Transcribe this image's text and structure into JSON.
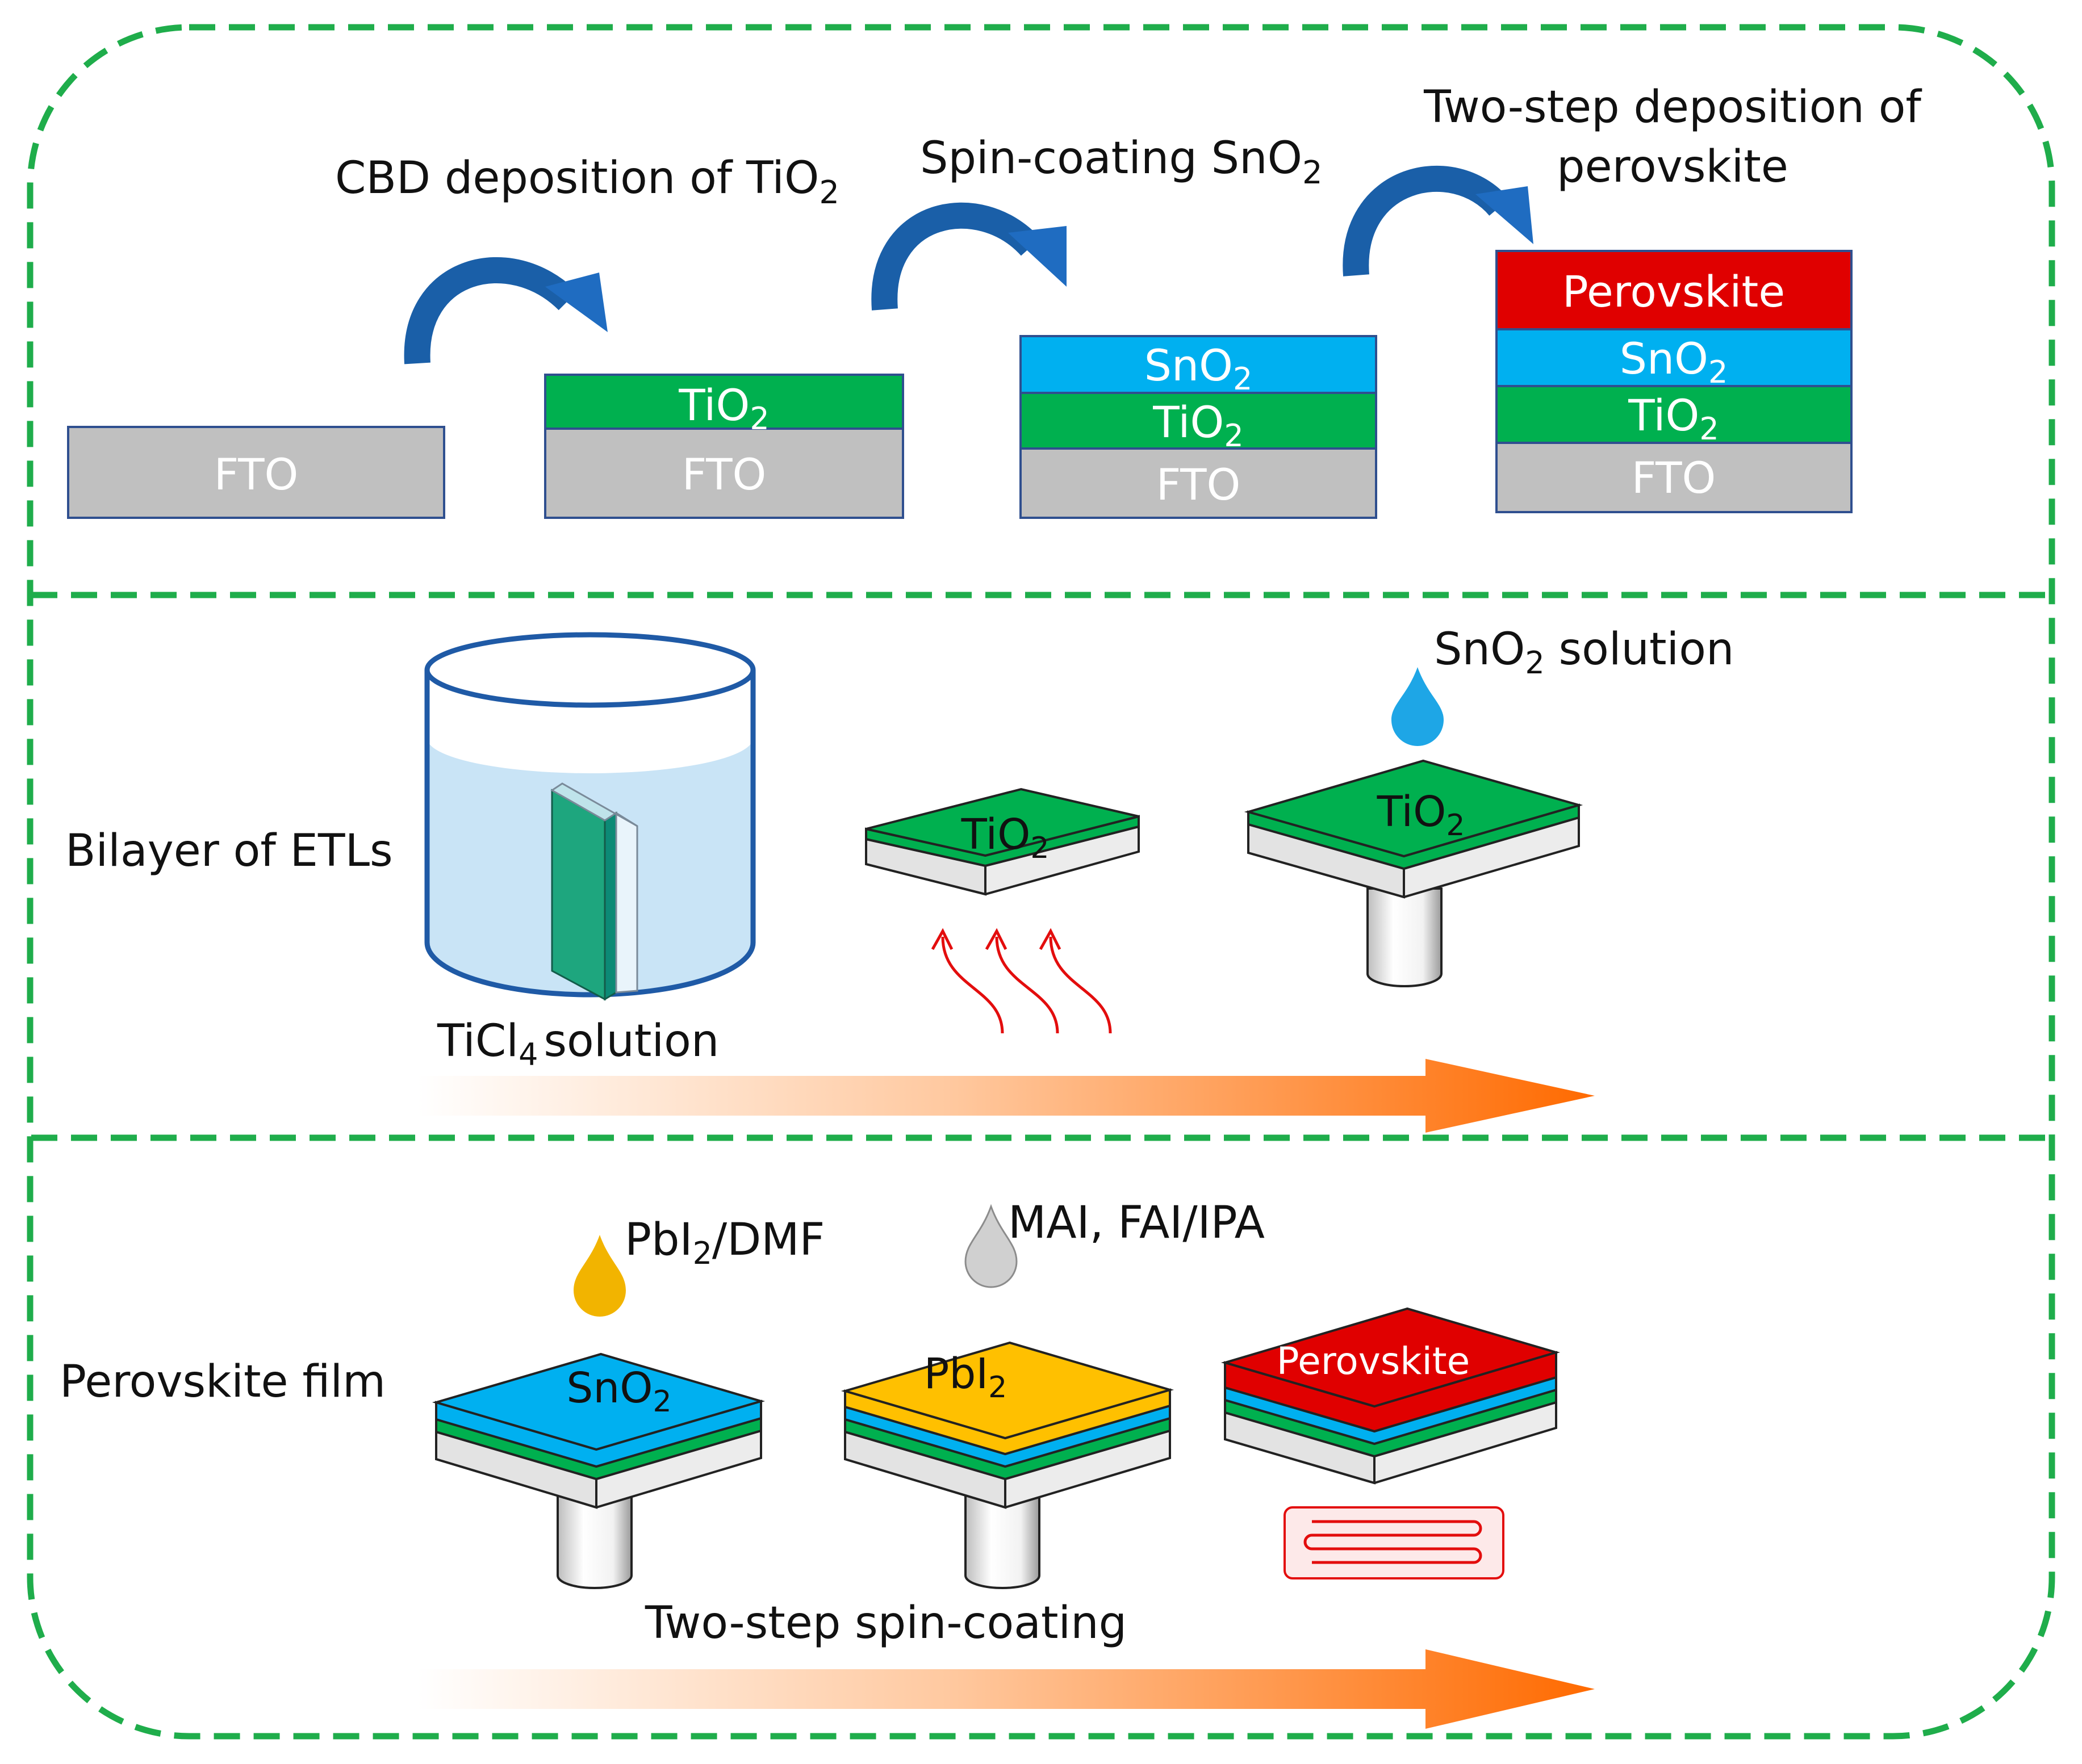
{
  "colors": {
    "frame": "#1fad4b",
    "fto": "#c0c0c0",
    "tio2": "#00b04f",
    "sno2": "#00b0f0",
    "perovskite": "#e00000",
    "pbi2": "#ffc000",
    "substrate": "#ececec",
    "solution": "#c9e4f6",
    "process_arrow": "#1f6cc1",
    "flow_arrow": "#ff6a00",
    "heat": "#e30d0d"
  },
  "panel1": {
    "step1_label_main": "CBD deposition of TiO",
    "step1_label_sub": "2",
    "step2_label_main": "Spin-coating SnO",
    "step2_label_sub": "2",
    "step3_label_line1": "Two-step deposition of",
    "step3_label_line2": "perovskite",
    "stacks": [
      {
        "layers": [
          {
            "main": "FTO",
            "sub": ""
          }
        ]
      },
      {
        "layers": [
          {
            "main": "TiO",
            "sub": "2"
          },
          {
            "main": "FTO",
            "sub": ""
          }
        ]
      },
      {
        "layers": [
          {
            "main": "SnO",
            "sub": "2"
          },
          {
            "main": "TiO",
            "sub": "2"
          },
          {
            "main": "FTO",
            "sub": ""
          }
        ]
      },
      {
        "layers": [
          {
            "main": "Perovskite",
            "sub": ""
          },
          {
            "main": "SnO",
            "sub": "2"
          },
          {
            "main": "TiO",
            "sub": "2"
          },
          {
            "main": "FTO",
            "sub": ""
          }
        ]
      }
    ]
  },
  "panel2": {
    "row_label": "Bilayer of ETLs",
    "beaker_label_main": "TiCl",
    "beaker_label_sub": "4",
    "beaker_label_rest": "solution",
    "heated_sample_main": "TiO",
    "heated_sample_sub": "2",
    "spin_sample_main": "TiO",
    "spin_sample_sub": "2",
    "drop_label_main": "SnO",
    "drop_label_sub": "2",
    "drop_label_rest": " solution"
  },
  "panel3": {
    "row_label": "Perovskite film",
    "drop1_main": "PbI",
    "drop1_sub": "2",
    "drop1_rest": "/DMF",
    "drop2_label": "MAI, FAI/IPA",
    "sample1_main": "SnO",
    "sample1_sub": "2",
    "sample2_main": "PbI",
    "sample2_sub": "2",
    "sample3_label": "Perovskite",
    "caption": "Two-step spin-coating"
  }
}
